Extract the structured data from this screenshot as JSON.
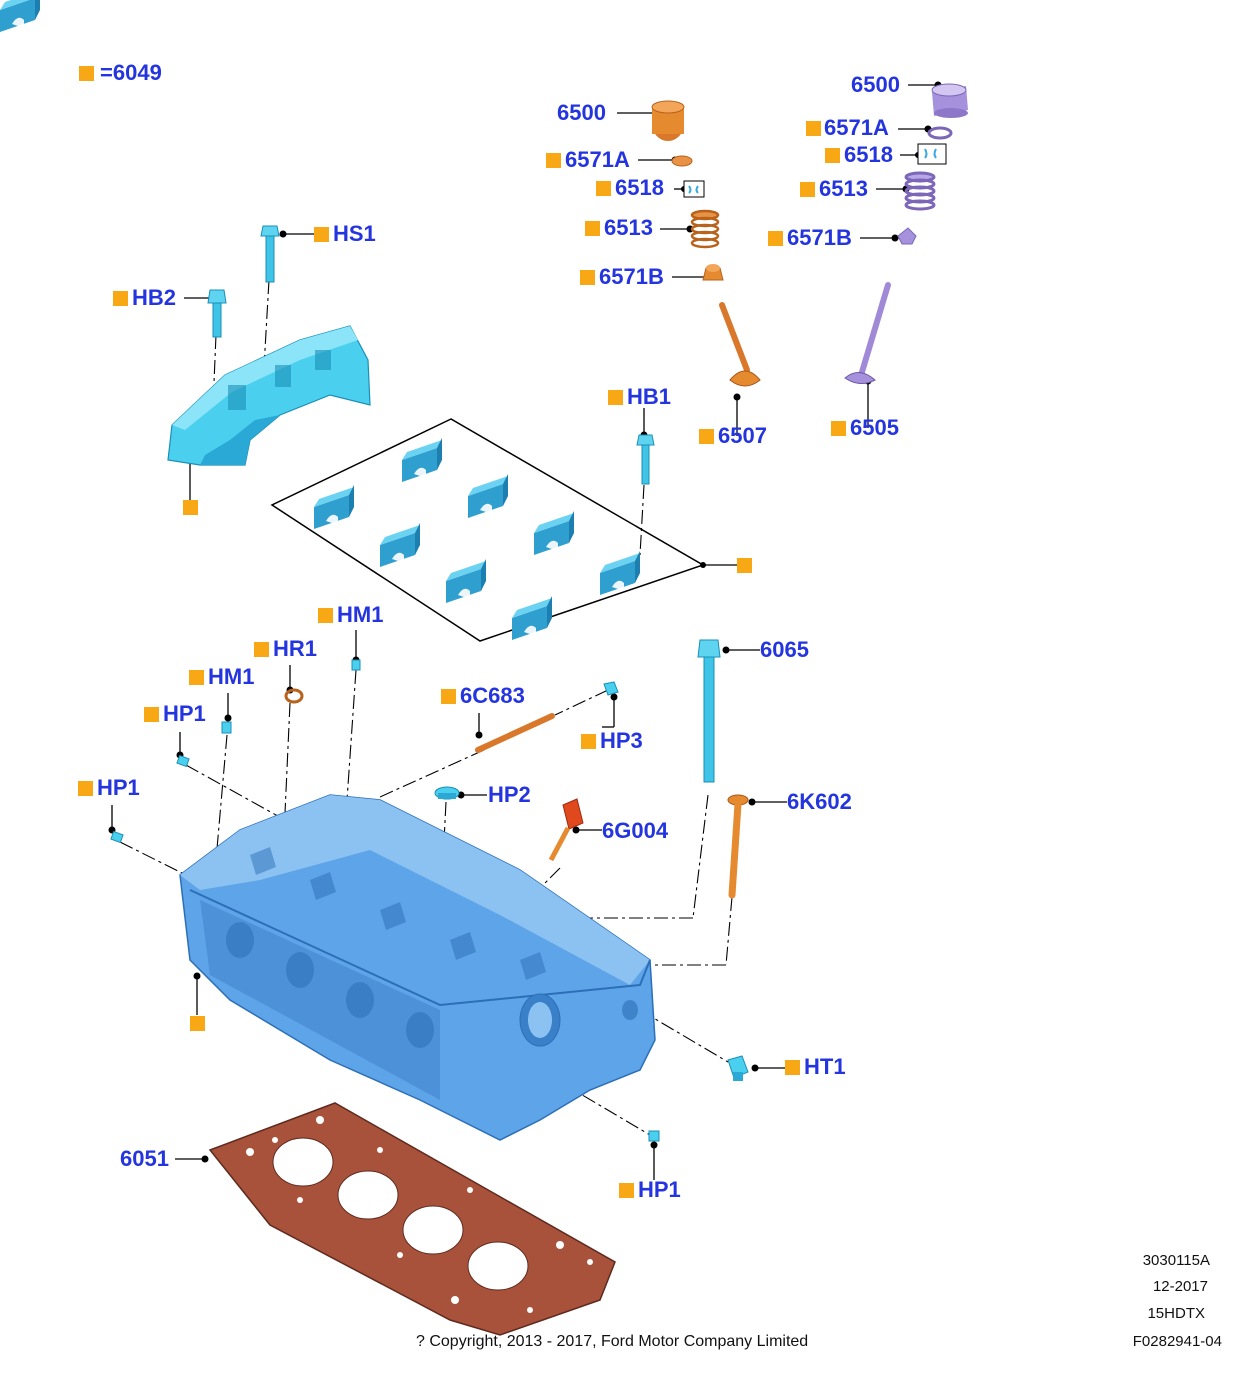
{
  "legend": {
    "equals": "=",
    "value": "6049"
  },
  "colors": {
    "label": "#2435e0",
    "marker": "#f8a814",
    "head": "#5ea4e8",
    "cyan_part": "#4ad0ee",
    "orange_part": "#e58a2e",
    "purple_part": "#a98ee0",
    "gasket": "#a8523c"
  },
  "callouts": {
    "l6500a": "6500",
    "l6571Aa": "6571A",
    "l6518a": "6518",
    "l6513a": "6513",
    "l6571Ba": "6571B",
    "l6507": "6507",
    "l6500b": "6500",
    "l6571Ab": "6571A",
    "l6518b": "6518",
    "l6513b": "6513",
    "l6571Bb": "6571B",
    "l6505": "6505",
    "lHS1": "HS1",
    "lHB2": "HB2",
    "lHB1": "HB1",
    "lHM1a": "HM1",
    "lHR1": "HR1",
    "lHM1b": "HM1",
    "lHP1a": "HP1",
    "lHP1b": "HP1",
    "l6C683": "6C683",
    "lHP3": "HP3",
    "lHP2": "HP2",
    "l6G004": "6G004",
    "l6065": "6065",
    "l6K602": "6K602",
    "lHT1": "HT1",
    "l6051": "6051",
    "lHP1c": "HP1"
  },
  "footer": {
    "code": "3030115A",
    "date": "12-2017",
    "model": "15HDTX",
    "ref": "F0282941-04",
    "copyright": "? Copyright, 2013 - 2017, Ford Motor Company Limited"
  }
}
